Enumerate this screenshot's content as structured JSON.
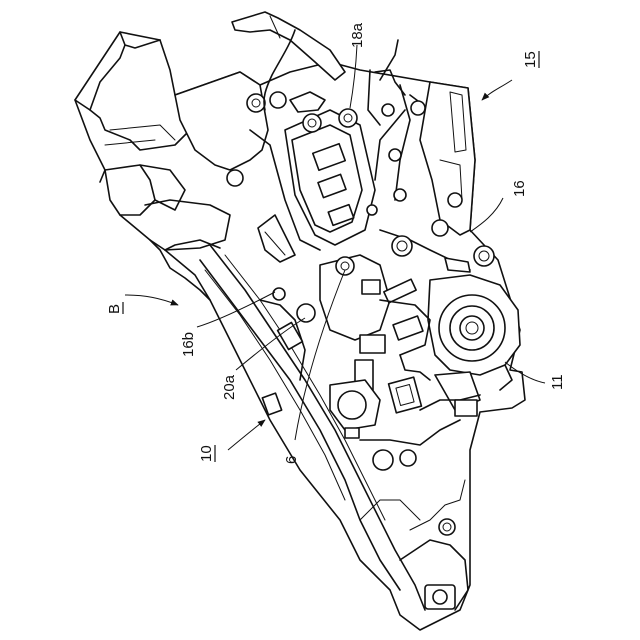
{
  "labels": {
    "l18a": "18a",
    "l15": "15",
    "l16": "16",
    "lB": "B",
    "l16b": "16b",
    "l20a": "20a",
    "l11": "11",
    "l10": "10",
    "l6": "6"
  }
}
